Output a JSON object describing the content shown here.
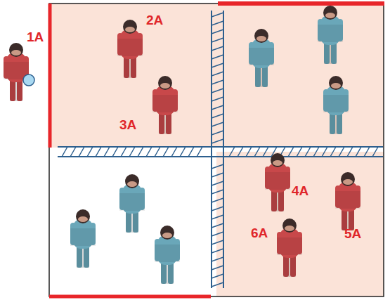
{
  "diagram": {
    "labels": [
      "1A",
      "2A",
      "3A",
      "4A",
      "5A",
      "6A"
    ]
  }
}
